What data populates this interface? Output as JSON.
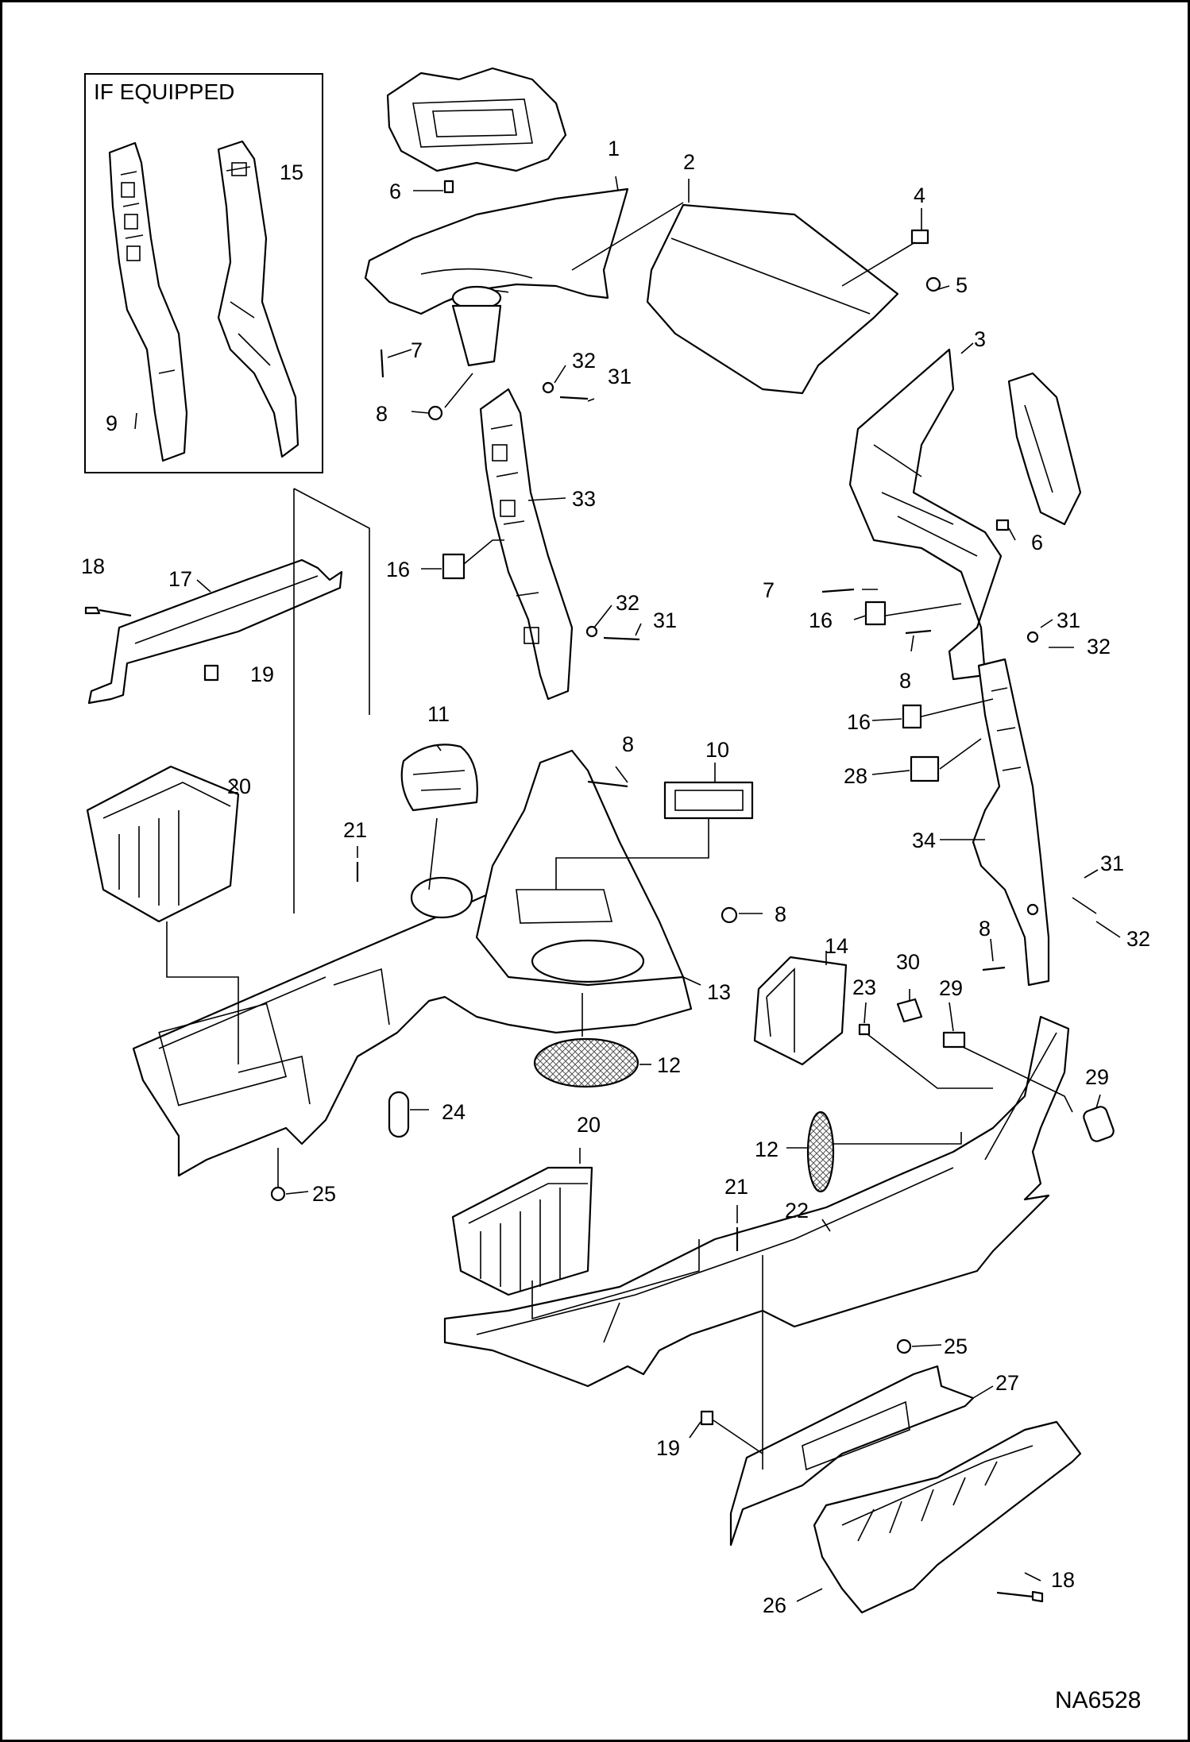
{
  "inset": {
    "title": "IF EQUIPPED"
  },
  "drawing_id": "NA6528",
  "callouts": [
    {
      "id": "c1",
      "text": "1"
    },
    {
      "id": "c2",
      "text": "2"
    },
    {
      "id": "c3",
      "text": "3"
    },
    {
      "id": "c4",
      "text": "4"
    },
    {
      "id": "c5",
      "text": "5"
    },
    {
      "id": "c6a",
      "text": "6"
    },
    {
      "id": "c6b",
      "text": "6"
    },
    {
      "id": "c7a",
      "text": "7"
    },
    {
      "id": "c7b",
      "text": "7"
    },
    {
      "id": "c8a",
      "text": "8"
    },
    {
      "id": "c8b",
      "text": "8"
    },
    {
      "id": "c8c",
      "text": "8"
    },
    {
      "id": "c8d",
      "text": "8"
    },
    {
      "id": "c8e",
      "text": "8"
    },
    {
      "id": "c9",
      "text": "9"
    },
    {
      "id": "c10",
      "text": "10"
    },
    {
      "id": "c11",
      "text": "11"
    },
    {
      "id": "c12a",
      "text": "12"
    },
    {
      "id": "c12b",
      "text": "12"
    },
    {
      "id": "c13",
      "text": "13"
    },
    {
      "id": "c14",
      "text": "14"
    },
    {
      "id": "c15",
      "text": "15"
    },
    {
      "id": "c16a",
      "text": "16"
    },
    {
      "id": "c16b",
      "text": "16"
    },
    {
      "id": "c16c",
      "text": "16"
    },
    {
      "id": "c17",
      "text": "17"
    },
    {
      "id": "c18a",
      "text": "18"
    },
    {
      "id": "c18b",
      "text": "18"
    },
    {
      "id": "c19a",
      "text": "19"
    },
    {
      "id": "c19b",
      "text": "19"
    },
    {
      "id": "c20a",
      "text": "20"
    },
    {
      "id": "c20b",
      "text": "20"
    },
    {
      "id": "c21a",
      "text": "21"
    },
    {
      "id": "c21b",
      "text": "21"
    },
    {
      "id": "c22",
      "text": "22"
    },
    {
      "id": "c23",
      "text": "23"
    },
    {
      "id": "c24",
      "text": "24"
    },
    {
      "id": "c25a",
      "text": "25"
    },
    {
      "id": "c25b",
      "text": "25"
    },
    {
      "id": "c26",
      "text": "26"
    },
    {
      "id": "c27",
      "text": "27"
    },
    {
      "id": "c28",
      "text": "28"
    },
    {
      "id": "c29a",
      "text": "29"
    },
    {
      "id": "c29b",
      "text": "29"
    },
    {
      "id": "c30",
      "text": "30"
    },
    {
      "id": "c31a",
      "text": "31"
    },
    {
      "id": "c31b",
      "text": "31"
    },
    {
      "id": "c31c",
      "text": "31"
    },
    {
      "id": "c31d",
      "text": "31"
    },
    {
      "id": "c32a",
      "text": "32"
    },
    {
      "id": "c32b",
      "text": "32"
    },
    {
      "id": "c32c",
      "text": "32"
    },
    {
      "id": "c32d",
      "text": "32"
    },
    {
      "id": "c33",
      "text": "33"
    },
    {
      "id": "c34",
      "text": "34"
    }
  ]
}
